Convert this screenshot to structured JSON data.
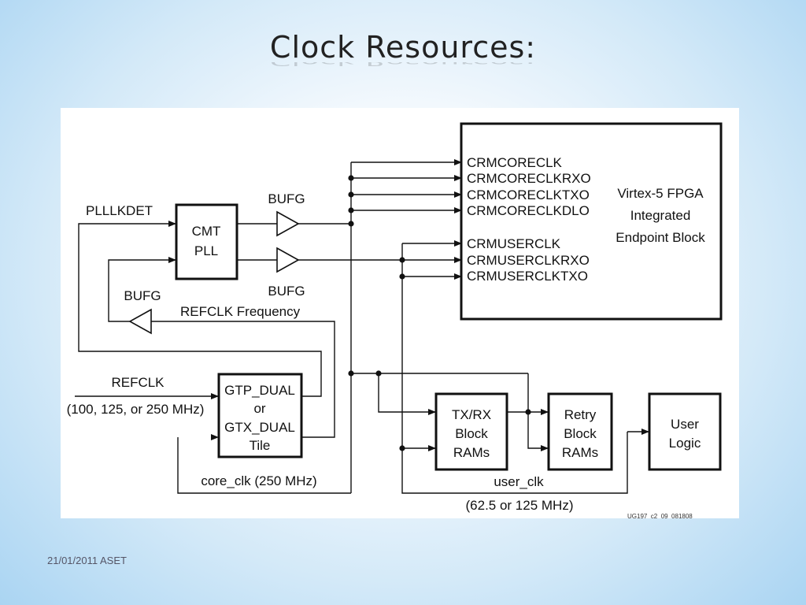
{
  "slide": {
    "title": "Clock Resources:",
    "footer": "21/01/2011 ASET"
  },
  "diagram": {
    "blocks": {
      "fpga": [
        "Virtex-5 FPGA",
        "Integrated",
        "Endpoint Block"
      ],
      "cmt": [
        "CMT",
        "PLL"
      ],
      "gtp": [
        "GTP_DUAL",
        "or",
        "GTX_DUAL",
        "Tile"
      ],
      "txrx": [
        "TX/RX",
        "Block",
        "RAMs"
      ],
      "retry": [
        "Retry",
        "Block",
        "RAMs"
      ],
      "user": [
        "User",
        "Logic"
      ]
    },
    "ports": [
      "CRMCORECLK",
      "CRMCORECLKRXO",
      "CRMCORECLKTXO",
      "CRMCORECLKDLO",
      "CRMUSERCLK",
      "CRMUSERCLKRXO",
      "CRMUSERCLKTXO"
    ],
    "labels": {
      "plllkdet": "PLLLKDET",
      "bufg_top": "BUFG",
      "bufg_mid": "BUFG",
      "bufg_left": "BUFG",
      "refclk_freq": "REFCLK Frequency",
      "refclk": "REFCLK",
      "refclk_values": "(100, 125, or 250 MHz)",
      "core_clk": "core_clk (250 MHz)",
      "user_clk": "user_clk",
      "user_clk_values": "(62.5 or 125 MHz)",
      "figure_id": "UG197_c2_09_081808"
    }
  }
}
